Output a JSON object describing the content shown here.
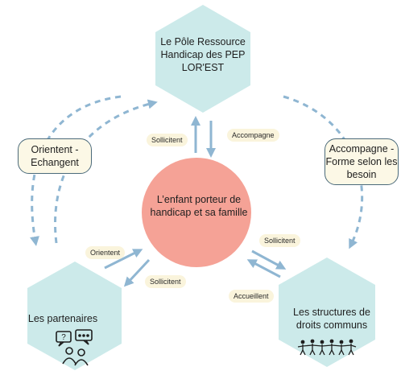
{
  "colors": {
    "hexagon": "#cceaea",
    "center_circle": "#f5a296",
    "arrow": "#8fb6d2",
    "callout_fill": "#fcf8e6",
    "callout_border": "#4b6a7a",
    "pill_fill": "#faf4dc"
  },
  "nodes": {
    "top": {
      "label": "Le Pôle Ressource Handicap des PEP LOR'EST"
    },
    "center": {
      "label": "L’enfant porteur de handicap et sa famille"
    },
    "bottom_left": {
      "label": "Les partenaires",
      "icon": "people-talking-icon"
    },
    "bottom_right": {
      "label": "Les structures de droits communs",
      "icon": "children-holding-hands-icon"
    }
  },
  "callouts": {
    "left": "Orientent - Echangent",
    "right": "Accompagne - Forme selon les besoin"
  },
  "edge_labels": {
    "center_to_top": "Sollicitent",
    "top_to_center": "Accompagne",
    "left_to_center": "Orientent",
    "center_to_left": "Sollicitent",
    "center_to_right": "Sollicitent",
    "right_to_center": "Accueillent"
  }
}
